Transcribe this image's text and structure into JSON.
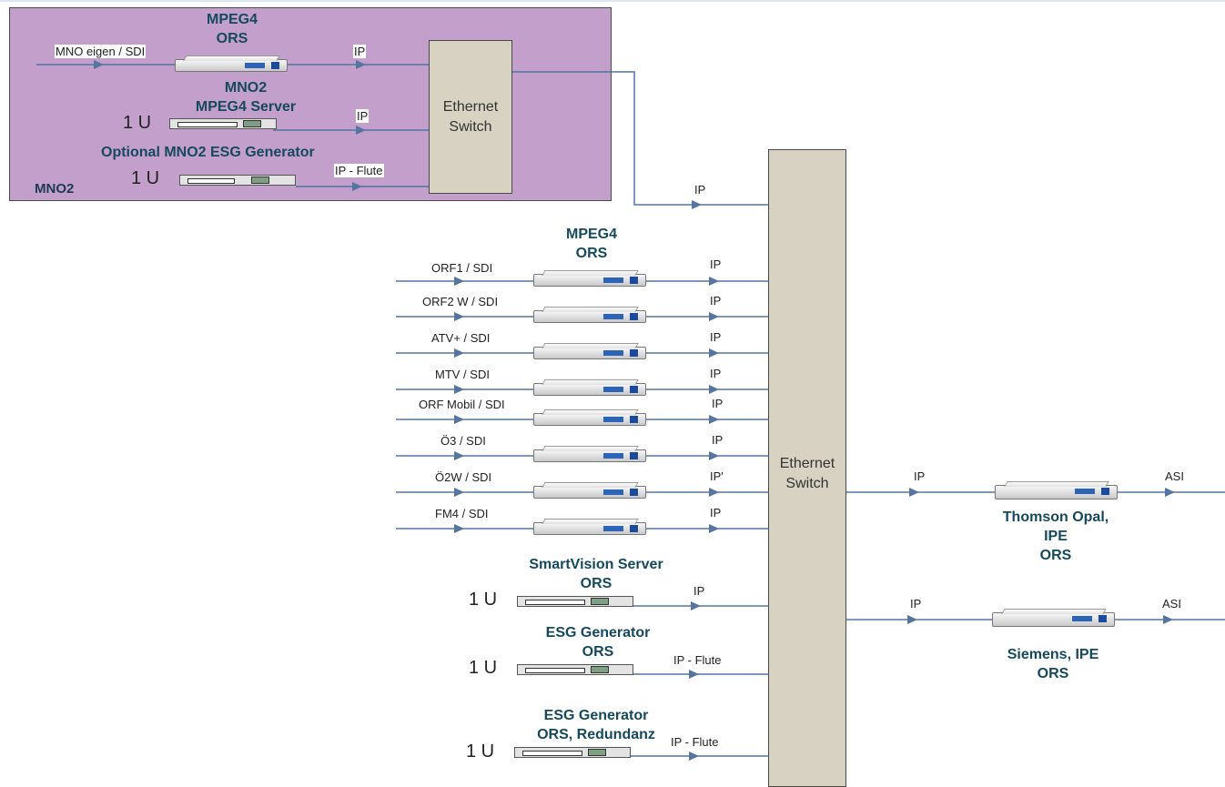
{
  "colors": {
    "mno2_bg": "#c39fcb",
    "switch_bg": "#d8d2c3",
    "title_color": "#16495e",
    "line_color": "#5575a0",
    "screen_blue": "#2b64b8"
  },
  "mno2": {
    "label": "MNO2",
    "ors_title_1": "MPEG4",
    "ors_title_2": "ORS",
    "input_label": "MNO eigen / SDI",
    "ip_label_1": "IP",
    "server_title_1": "MNO2",
    "server_title_2": "MPEG4 Server",
    "server_unit": "1 U",
    "ip_label_2": "IP",
    "esg_title": "Optional MNO2 ESG Generator",
    "esg_unit": "1 U",
    "esg_ip_label": "IP - Flute",
    "switch_line_1": "Ethernet",
    "switch_line_2": "Switch",
    "uplink_ip": "IP"
  },
  "encoders": {
    "title_1": "MPEG4",
    "title_2": "ORS",
    "channels": [
      {
        "input": "ORF1 / SDI",
        "output": "IP"
      },
      {
        "input": "ORF2 W / SDI",
        "output": "IP"
      },
      {
        "input": "ATV+ / SDI",
        "output": "IP"
      },
      {
        "input": "MTV / SDI",
        "output": "IP"
      },
      {
        "input": "ORF Mobil / SDI",
        "output": "IP"
      },
      {
        "input": "Ö3 / SDI",
        "output": "IP"
      },
      {
        "input": "Ö2W / SDI",
        "output": "IP'"
      },
      {
        "input": "FM4 / SDI",
        "output": "IP"
      }
    ]
  },
  "servers": [
    {
      "title_1": "SmartVision Server",
      "title_2": "ORS",
      "unit": "1 U",
      "output": "IP"
    },
    {
      "title_1": "ESG Generator",
      "title_2": "ORS",
      "unit": "1 U",
      "output": "IP - Flute"
    },
    {
      "title_1": "ESG Generator",
      "title_2": "ORS, Redundanz",
      "unit": "1 U",
      "output": "IP - Flute"
    }
  ],
  "main_switch": {
    "line_1": "Ethernet",
    "line_2": "Switch"
  },
  "ipe": [
    {
      "in": "IP",
      "out": "ASI",
      "title_1": "Thomson Opal,",
      "title_2": "IPE",
      "title_3": "ORS"
    },
    {
      "in": "IP",
      "out": "ASI",
      "title_1": "Siemens,  IPE",
      "title_2": "ORS"
    }
  ]
}
